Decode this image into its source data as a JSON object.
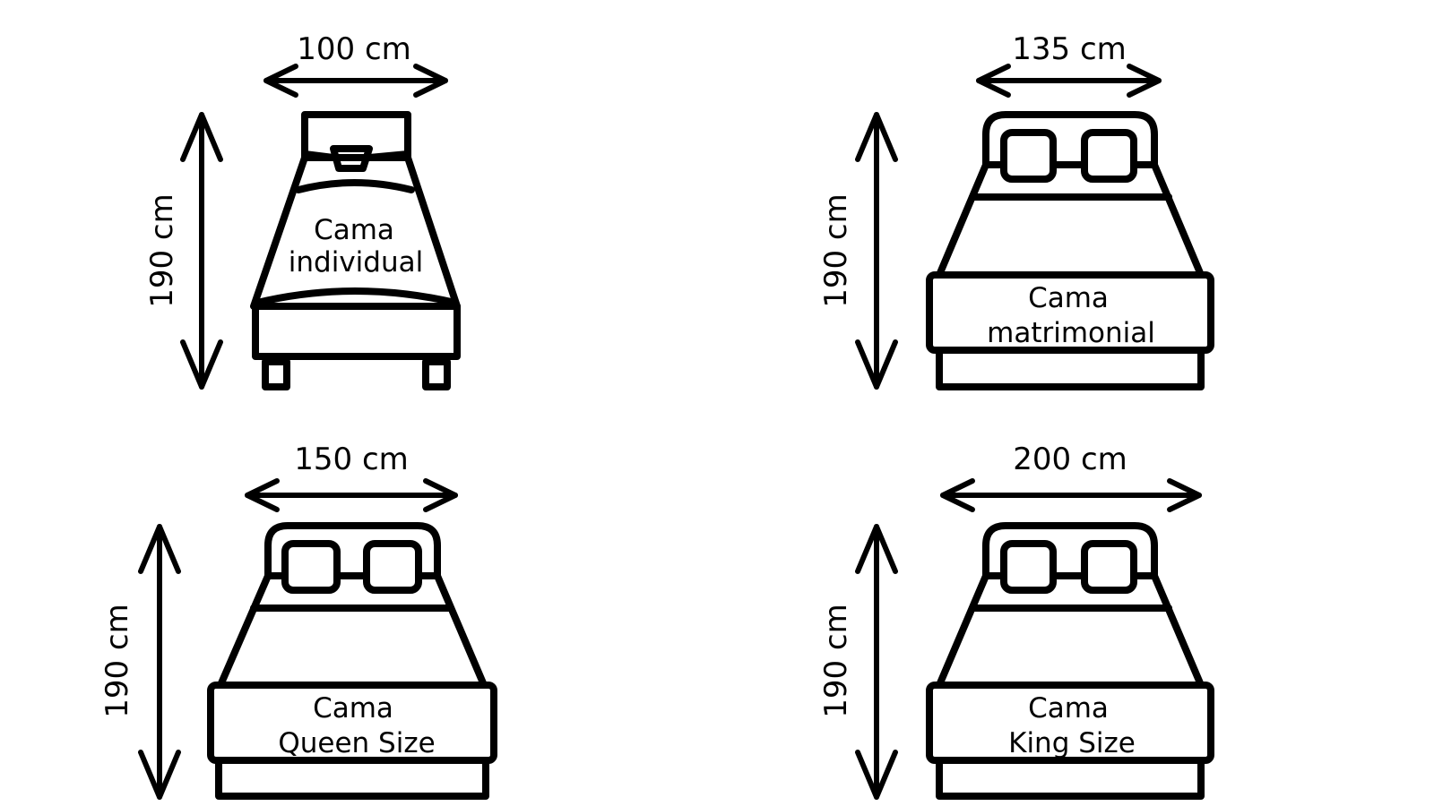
{
  "colors": {
    "ink": "#000000",
    "background": "#ffffff"
  },
  "beds": [
    {
      "width_label": "100 cm",
      "length_label": "190 cm",
      "name_line1": "Cama",
      "name_line2": "individual",
      "icon": "single-bed-icon"
    },
    {
      "width_label": "135 cm",
      "length_label": "190 cm",
      "name_line1": "Cama",
      "name_line2": "matrimonial",
      "icon": "double-bed-icon"
    },
    {
      "width_label": "150 cm",
      "length_label": "190 cm",
      "name_line1": "Cama",
      "name_line2": "Queen Size",
      "icon": "queen-bed-icon"
    },
    {
      "width_label": "200 cm",
      "length_label": "190 cm",
      "name_line1": "Cama",
      "name_line2": "King Size",
      "icon": "king-bed-icon"
    }
  ]
}
